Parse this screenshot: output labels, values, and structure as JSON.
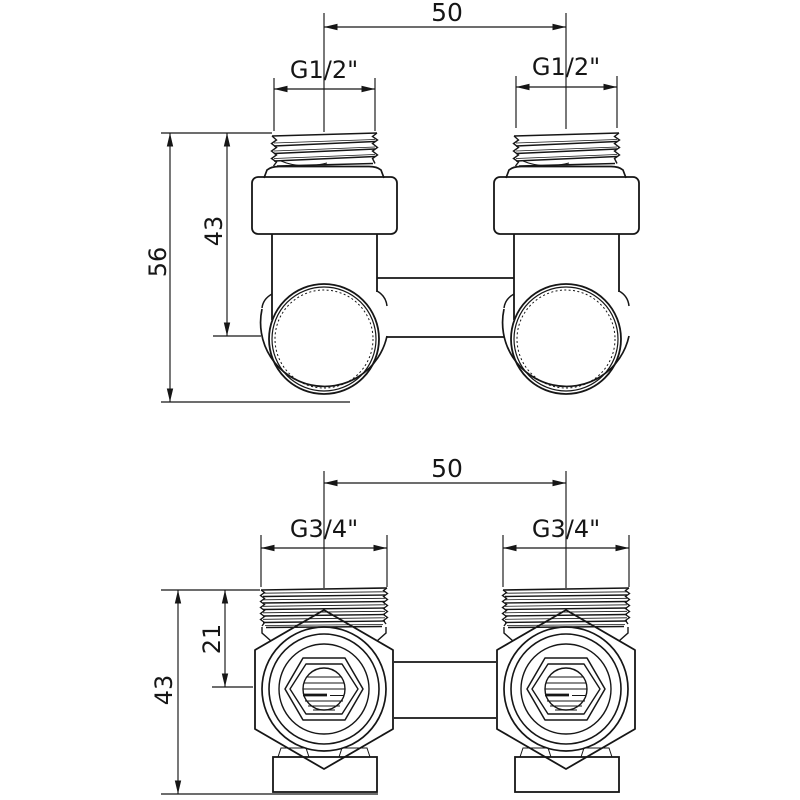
{
  "drawing": {
    "title": "valve-technical-drawing",
    "colors": {
      "line": "#161616",
      "background": "#ffffff"
    },
    "top_view": {
      "center_distance_label": "50",
      "left_port_label": "G1/2\"",
      "right_port_label": "G1/2\"",
      "height_to_axis_label": "43",
      "total_height_label": "56"
    },
    "bottom_view": {
      "center_distance_label": "50",
      "left_port_label": "G3/4\"",
      "right_port_label": "G3/4\"",
      "axis_depth_label": "21",
      "total_height_label": "43"
    }
  }
}
